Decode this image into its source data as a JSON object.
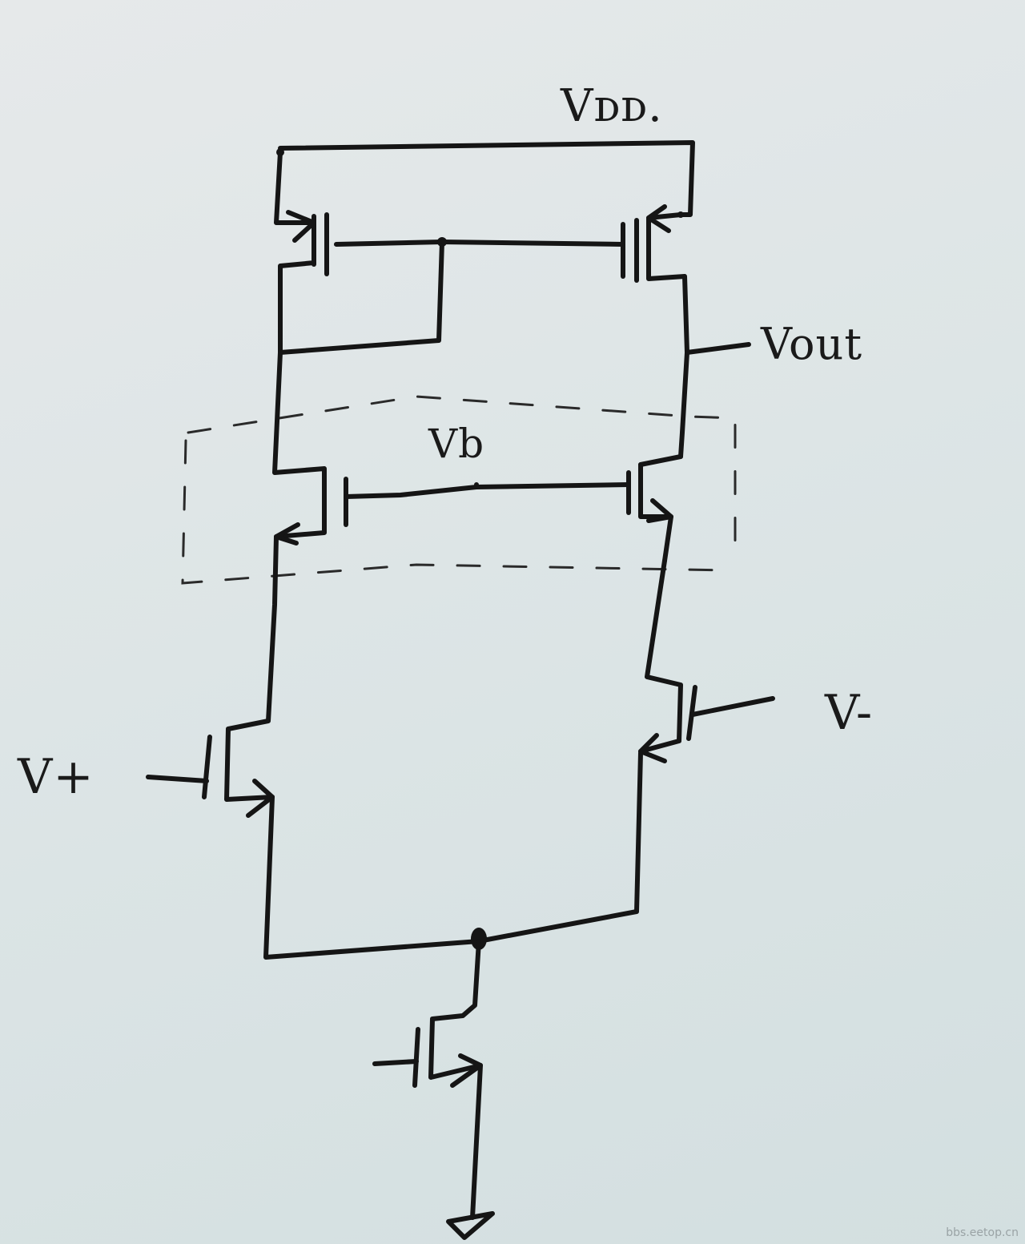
{
  "labels": {
    "vdd": "Vᴅᴅ.",
    "vout": "Vout",
    "vb": "Vb",
    "vplus": "V+",
    "vminus": "V-"
  },
  "watermark": "bbs.eetop.cn",
  "colors": {
    "paper": "#dde5e6",
    "ink": "#151515"
  }
}
